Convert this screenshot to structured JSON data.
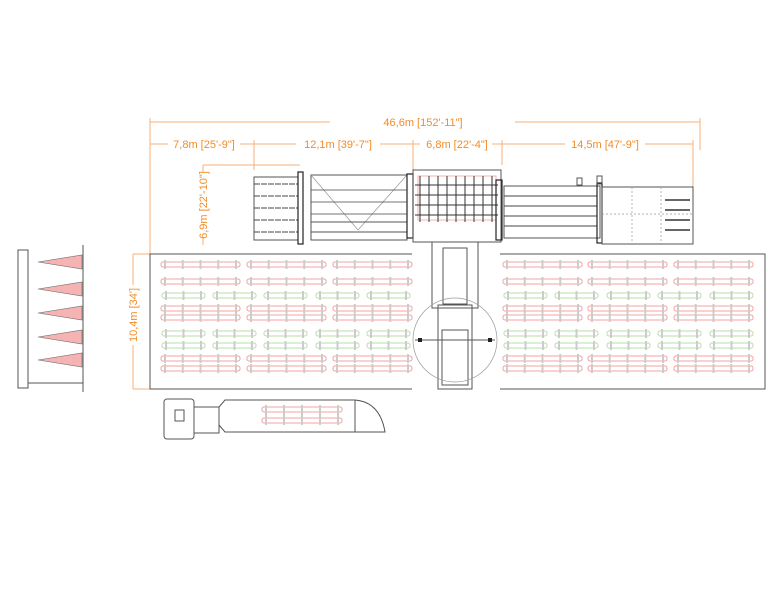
{
  "drawing": {
    "overall_length": "46,6m [152'-11\"]",
    "segments": [
      "7,8m [25'-9\"]",
      "12,1m [39'-7\"]",
      "6,8m [22'-4\"]",
      "14,5m [47'-9\"]"
    ],
    "machine_depth": "6,9m [22'-10\"]",
    "hall_depth": "10,4m [34']"
  },
  "colors": {
    "dimension": "#f28c28",
    "rack_red": "#f4a0a0",
    "rack_green": "#b7dfa6",
    "line": "#555555"
  }
}
